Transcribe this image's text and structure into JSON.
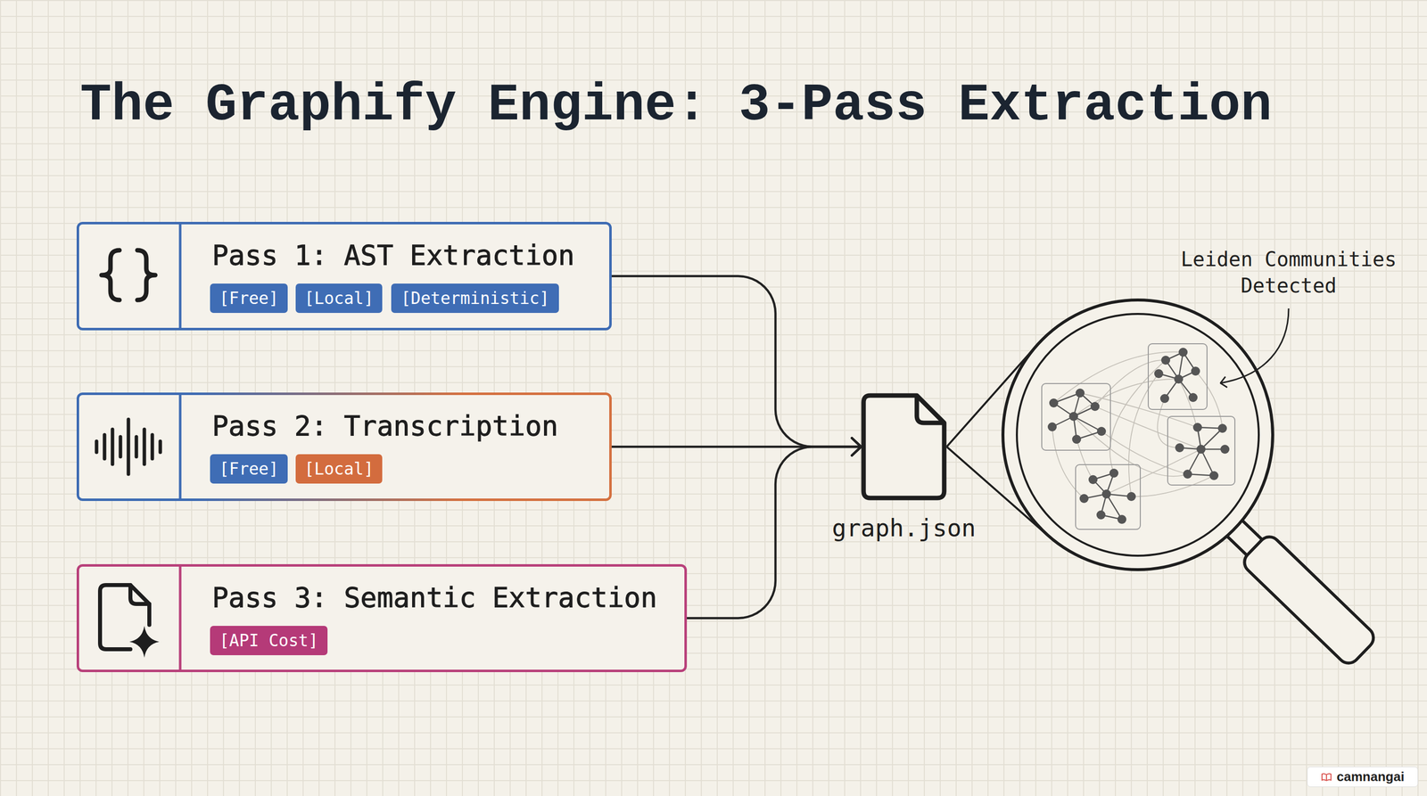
{
  "diagram": {
    "title": "The Graphify Engine: 3-Pass Extraction",
    "nodes": [
      {
        "text": [
          "Pass 1: AST Extraction"
        ]
      },
      {
        "text": [
          "[Free]"
        ],
        "in": 0
      },
      {
        "text": [
          "[Local]"
        ],
        "in": 0
      },
      {
        "text": [
          "[Deterministic]"
        ],
        "in": 0
      },
      {
        "text": [
          "Pass 2: Transcription"
        ]
      },
      {
        "text": [
          "[Free]"
        ],
        "in": 4
      },
      {
        "text": [
          "[Local]"
        ],
        "in": 4
      },
      {
        "text": [
          "Pass 3: Semantic Extraction"
        ]
      },
      {
        "text": [
          "[API Cost]"
        ],
        "in": 7
      },
      {
        "text": [
          "graph.json"
        ]
      }
    ],
    "edges": [
      {
        "from": 0,
        "to": 9,
        "arrow": "to"
      },
      {
        "from": 4,
        "to": 9,
        "arrow": "to"
      },
      {
        "from": 7,
        "to": 9,
        "arrow": "to"
      }
    ],
    "labels": [
      "Leiden Communities Detected",
      "camnangai"
    ]
  }
}
